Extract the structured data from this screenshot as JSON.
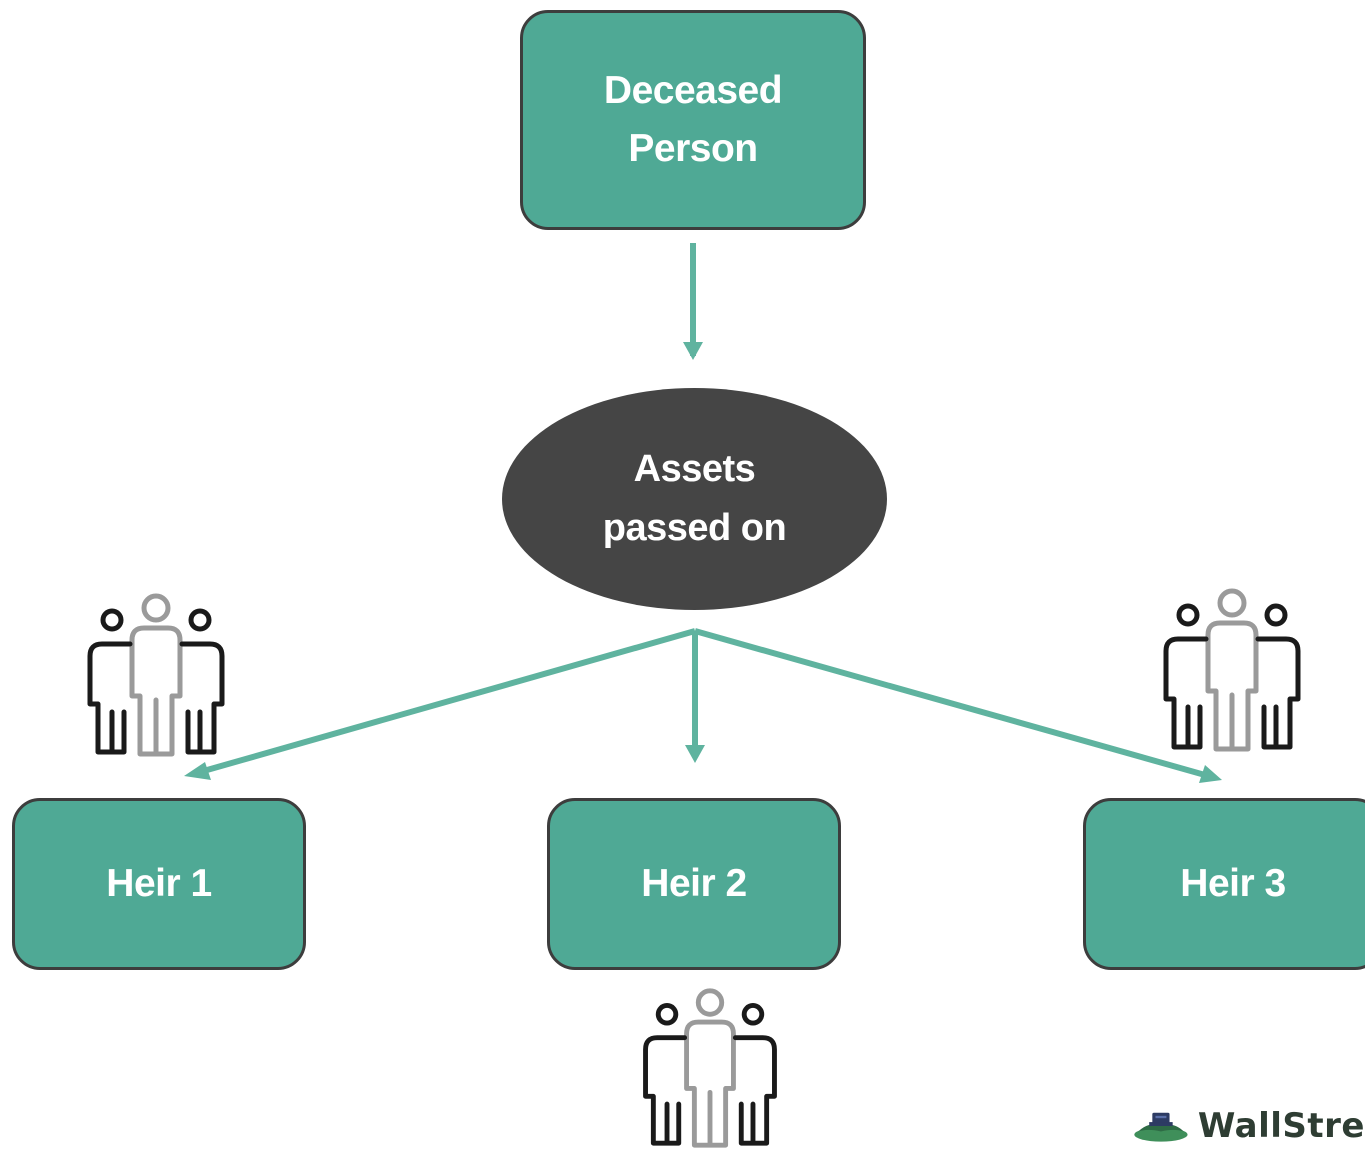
{
  "diagram": {
    "nodes": {
      "deceased": {
        "line1": "Deceased",
        "line2": "Person"
      },
      "assets": {
        "line1": "Assets",
        "line2": "passed on"
      },
      "heirs": [
        {
          "label": "Heir 1"
        },
        {
          "label": "Heir 2"
        },
        {
          "label": "Heir 3"
        }
      ]
    },
    "edges": [
      {
        "from": "Deceased Person",
        "to": "Assets passed on"
      },
      {
        "from": "Assets passed on",
        "to": "Heir 1"
      },
      {
        "from": "Assets passed on",
        "to": "Heir 2"
      },
      {
        "from": "Assets passed on",
        "to": "Heir 3"
      }
    ],
    "icons": [
      "group-of-people-icon",
      "group-of-people-icon",
      "group-of-people-icon"
    ]
  },
  "logo": {
    "text": "WallStre",
    "icon": "wallstreetmojo-logo-icon"
  },
  "colors": {
    "box_fill": "#4fa995",
    "box_border": "#3d3d3d",
    "ellipse_fill": "#454545",
    "arrow": "#5fb39f",
    "icon_outer": "#1a1a1a",
    "icon_inner": "#9a9a9a"
  }
}
